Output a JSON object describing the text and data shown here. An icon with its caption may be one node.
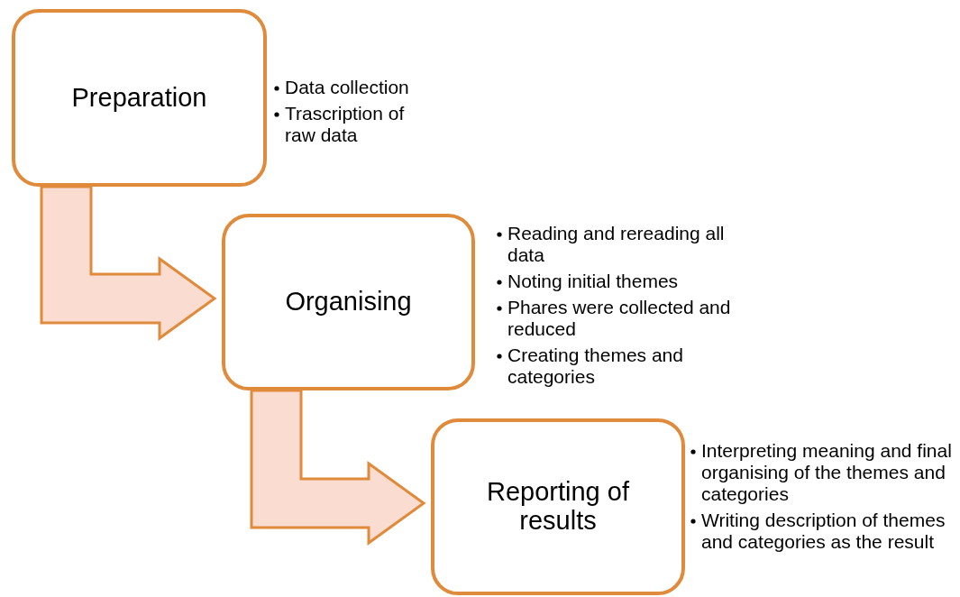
{
  "diagram": {
    "nodes": [
      {
        "text": [
          "Preparation"
        ],
        "beside": [
          "Data collection",
          "Trascription of raw data"
        ]
      },
      {
        "text": [
          "Organising"
        ],
        "beside": [
          "Reading and rereading all data",
          "Noting initial themes",
          "Phares were collected and reduced",
          "Creating themes and categories"
        ]
      },
      {
        "text": [
          "Reporting of results"
        ],
        "beside": [
          "Interpreting meaning and final organising of the themes and categories",
          "Writing description of themes and categories as the result"
        ]
      }
    ],
    "edges": [
      {
        "from": 0,
        "to": 1,
        "arrow": "to",
        "style": "thick"
      },
      {
        "from": 1,
        "to": 2,
        "arrow": "to",
        "style": "thick"
      }
    ]
  }
}
